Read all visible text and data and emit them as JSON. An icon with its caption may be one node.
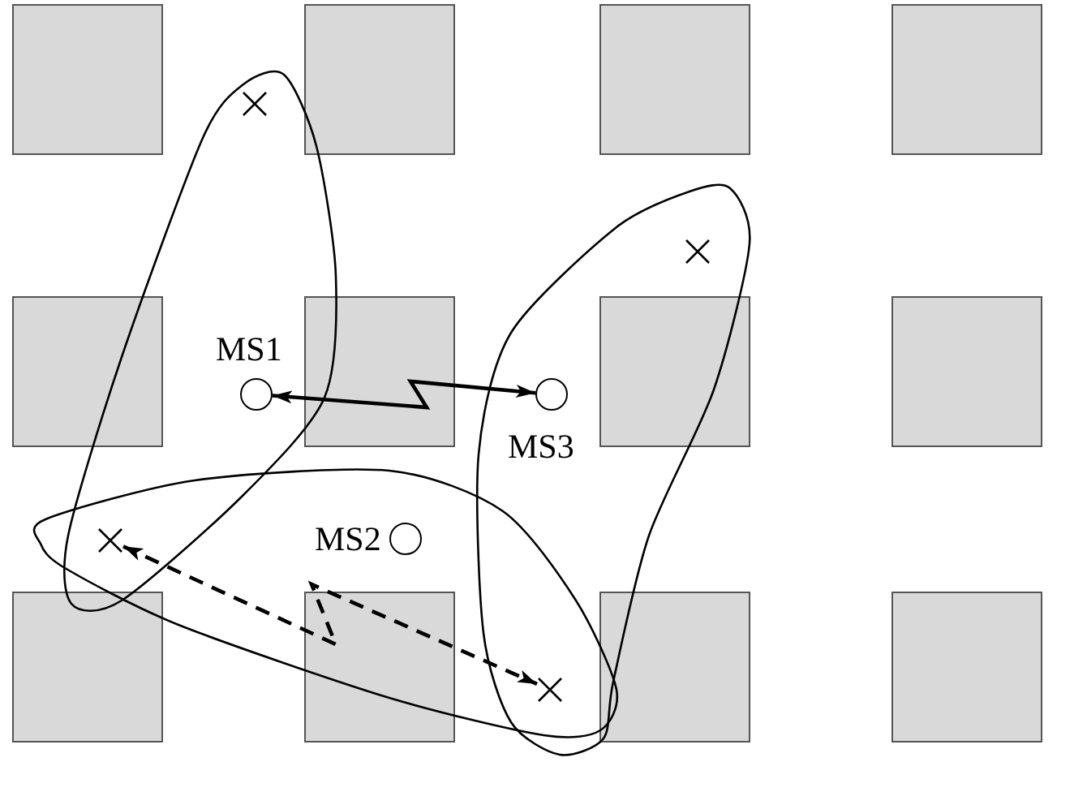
{
  "diagram": {
    "nodes": [
      {
        "text": [],
        "shape": "circle",
        "beside": [
          "MS1"
        ]
      },
      {
        "text": [],
        "shape": "circle",
        "beside": [
          "MS3"
        ]
      },
      {
        "text": [],
        "shape": "circle",
        "beside": [
          "MS2"
        ]
      },
      {
        "text": [],
        "shape": "cross"
      },
      {
        "text": [],
        "shape": "cross"
      },
      {
        "text": [],
        "shape": "cross"
      },
      {
        "text": [],
        "shape": "cross"
      }
    ],
    "edges": [
      {
        "from": 0,
        "to": 1,
        "arrow": "both"
      },
      {
        "from": 5,
        "to": 6,
        "arrow": "both",
        "style": "dashed"
      }
    ]
  }
}
